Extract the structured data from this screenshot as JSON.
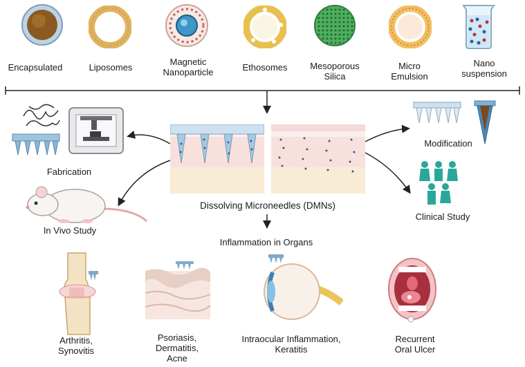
{
  "carriers": [
    {
      "label": "Encapsulated",
      "icon": "encapsulated-sphere-icon"
    },
    {
      "label": "Liposomes",
      "icon": "liposome-icon"
    },
    {
      "label": "Magnetic\nNanoparticle",
      "icon": "magnetic-nanoparticle-icon"
    },
    {
      "label": "Ethosomes",
      "icon": "ethosome-icon"
    },
    {
      "label": "Mesoporous\nSilica",
      "icon": "mesoporous-silica-icon"
    },
    {
      "label": "Micro\nEmulsion",
      "icon": "micro-emulsion-icon"
    },
    {
      "label": "Nano\nsuspension",
      "icon": "nano-suspension-beaker-icon"
    }
  ],
  "center": {
    "title": "Dissolving Microneedles (DMNs)",
    "subtitle": "Inflammation in Organs"
  },
  "left": {
    "fabrication": "Fabrication",
    "in_vivo": "In Vivo Study"
  },
  "right": {
    "modification": "Modification",
    "clinical": "Clinical Study"
  },
  "organs": [
    {
      "label": "Arthritis,\nSynovitis",
      "icon": "knee-joint-icon"
    },
    {
      "label": "Psoriasis,\nDermatitis,\nAcne",
      "icon": "skin-layers-icon"
    },
    {
      "label": "Intraocular Inflammation,\nKeratitis",
      "icon": "eye-icon"
    },
    {
      "label": "Recurrent\nOral Ulcer",
      "icon": "open-mouth-icon"
    }
  ],
  "colors": {
    "needle_blue": "#7fa9c9",
    "skin_pink": "#f3d6d6",
    "teal_people": "#2aa79b",
    "arrow": "#222222"
  }
}
